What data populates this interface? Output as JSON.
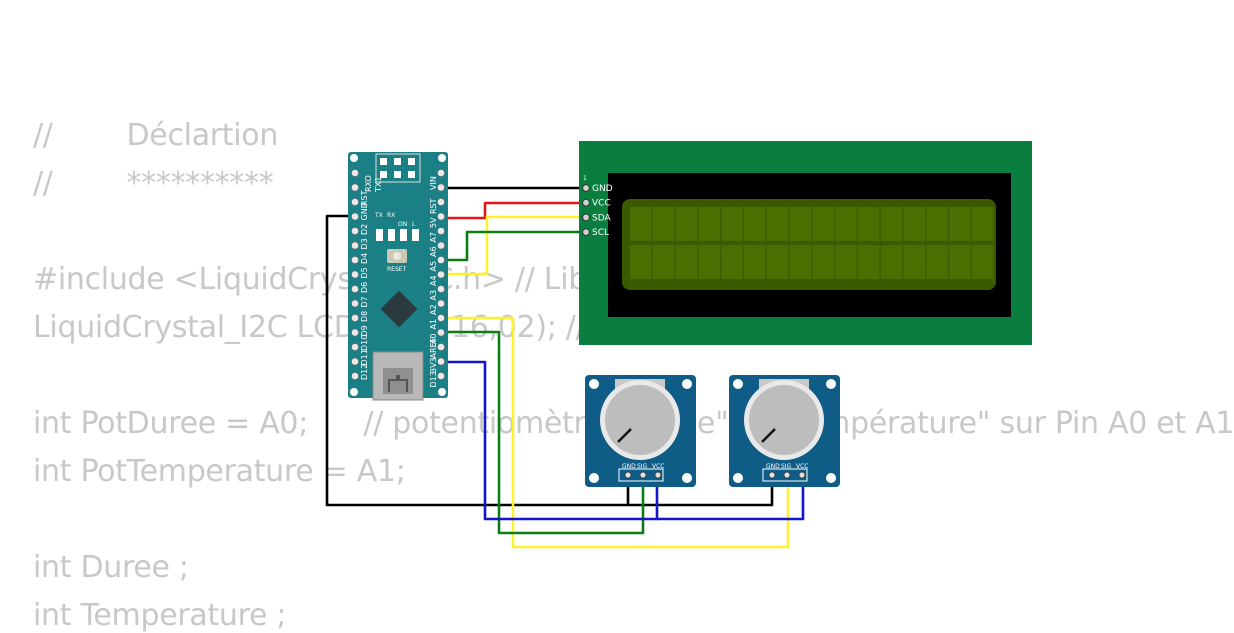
{
  "code": {
    "lines": [
      "//        Déclartion",
      "//        **********",
      "",
      "#include <LiquidCrystal_I2C.h> // Librairie",
      "LiquidCrystal_I2C LCD(0x27,16,02); // afficheur",
      "",
      "int PotDuree = A0;      // potentiomètre \"Durée\" et \"Température\" sur Pin A0 et A1",
      "int PotTemperature = A1;",
      "",
      "int Duree ;",
      "int Temperature ;"
    ]
  },
  "arduino": {
    "header_labels": [
      "RXO",
      "TX1"
    ],
    "left_top_label": "VIN",
    "right_top_label": "RST",
    "led_labels": [
      "TX",
      "RX",
      "ON",
      "L"
    ],
    "reset_label": "RESET",
    "left_pins": [
      "D12",
      "D11",
      "D10",
      "D9",
      "D8",
      "D7",
      "D6",
      "D5",
      "D4",
      "D3",
      "D2",
      "GND",
      "RST"
    ],
    "right_pins": [
      "5V",
      "A7",
      "A6",
      "A5",
      "A4",
      "A3",
      "A2",
      "A1",
      "A0",
      "AREF",
      "3V3",
      "D13"
    ]
  },
  "lcd": {
    "pin_number": "1",
    "pins": [
      "GND",
      "VCC",
      "SDA",
      "SCL"
    ],
    "cols": 16,
    "rows": 2,
    "colors": {
      "board": "#0a7e3f",
      "bezel": "#000000",
      "screen": "#3b5a00",
      "cell": "#4a6e00"
    }
  },
  "potentiometers": [
    {
      "pins": [
        "GND",
        "SIG",
        "VCC"
      ]
    },
    {
      "pins": [
        "GND",
        "SIG",
        "VCC"
      ]
    }
  ],
  "wire_colors": {
    "gnd": "#000000",
    "vcc": "#e8141c",
    "sda": "#fdf22f",
    "scl": "#0a7e13",
    "sig2": "#1414c8"
  }
}
